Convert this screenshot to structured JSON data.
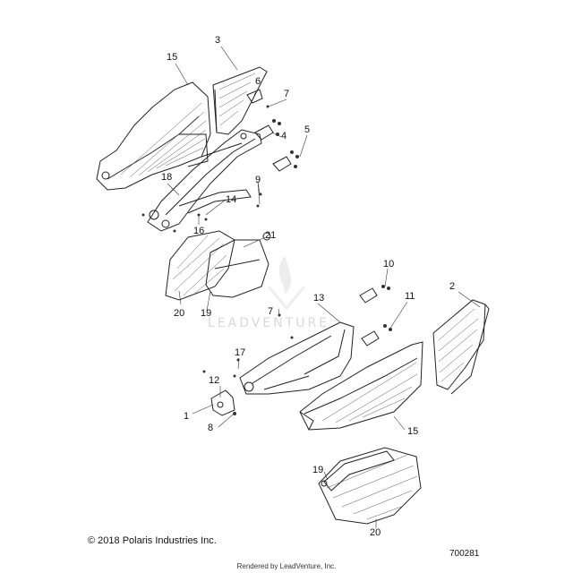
{
  "callouts": [
    "3",
    "15",
    "6",
    "7",
    "4",
    "5",
    "18",
    "9",
    "14",
    "16",
    "21",
    "10",
    "11",
    "2",
    "13",
    "7",
    "20",
    "19",
    "17",
    "12",
    "1",
    "8",
    "15",
    "19",
    "20"
  ],
  "copyright": "© 2018 Polaris Industries Inc.",
  "diagram_id": "700281",
  "rendered_by": "Rendered by LeadVenture, Inc.",
  "watermark": "LEADVENTURE"
}
